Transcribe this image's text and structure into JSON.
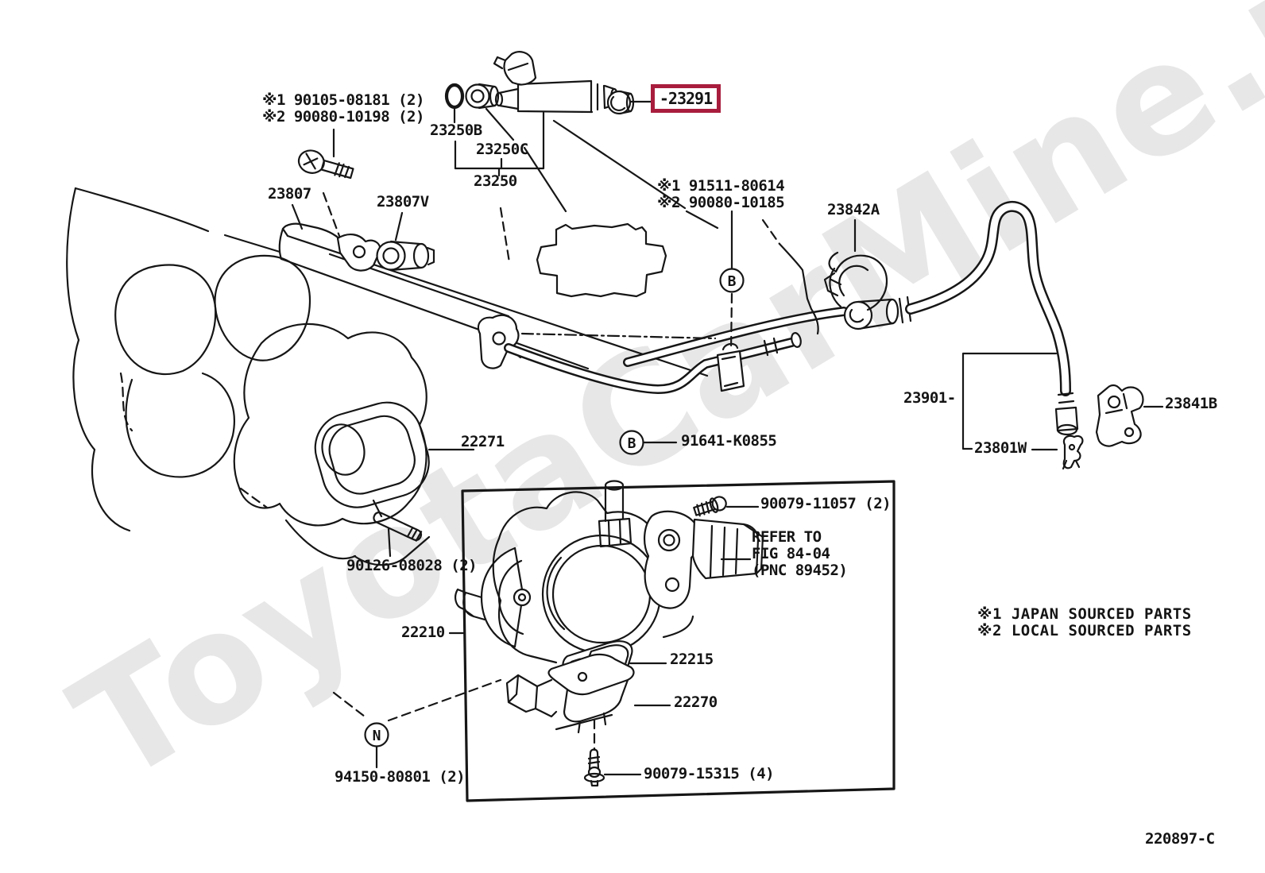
{
  "watermark": "ToyotaCarMine.ru",
  "figure_code": "220897-C",
  "colors": {
    "highlight": "#a81d3d",
    "line": "#161616",
    "watermark": "#e7e7e7"
  },
  "highlighted_part": {
    "number": "23291",
    "display": "-23291"
  },
  "callouts": {
    "b": "B",
    "n": "N"
  },
  "labels": {
    "bolt_note_1": "※1 90105-08181 (2)",
    "bolt_note_2": "※2 90080-10198 (2)",
    "p23250B": "23250B",
    "p23250C": "23250C",
    "p23250": "23250",
    "union_note_1": "※1 91511-80614",
    "union_note_2": "※2 90080-10185",
    "p23807": "23807",
    "p23807V": "23807V",
    "p23842A": "23842A",
    "p23901": "23901-",
    "p23841B": "23841B",
    "p23801W": "23801W",
    "p22271": "22271",
    "p91641": "91641-K0855",
    "p90079_11057": "90079-11057 (2)",
    "refer_1": "REFER TO",
    "refer_2": "FIG 84-04",
    "refer_3": "(PNC 89452)",
    "p90126": "90126-08028 (2)",
    "p22210": "22210",
    "p22215": "22215",
    "p22270": "22270",
    "p94150": "94150-80801 (2)",
    "p90079_15315": "90079-15315 (4)",
    "note_japan": "※1 JAPAN SOURCED PARTS",
    "note_local": "※2 LOCAL SOURCED PARTS"
  }
}
